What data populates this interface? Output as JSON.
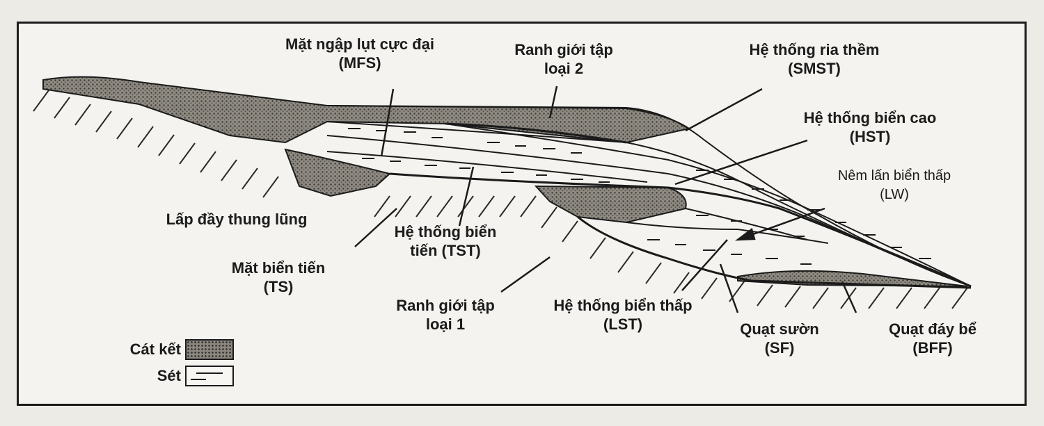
{
  "labels": {
    "mfs": [
      "Mặt ngập lụt cực đại",
      "(MFS)"
    ],
    "sb2": [
      "Ranh giới tập",
      "loại 2"
    ],
    "smst": [
      "Hệ thống ria thềm",
      "(SMST)"
    ],
    "hst": [
      "Hệ thống biển cao",
      "(HST)"
    ],
    "lw": [
      "Nêm lấn biển thấp",
      "(LW)"
    ],
    "valley_fill": "Lấp đầy thung lũng",
    "tst": [
      "Hệ thống biển",
      "tiến (TST)"
    ],
    "ts": [
      "Mặt biển tiến",
      "(TS)"
    ],
    "sb1": [
      "Ranh giới tập",
      "loại 1"
    ],
    "lst": [
      "Hệ thống biển thấp",
      "(LST)"
    ],
    "sf": [
      "Quạt sườn",
      "(SF)"
    ],
    "bff": [
      "Quạt đáy bể",
      "(BFF)"
    ]
  },
  "legend": {
    "sandstone": "Cát kết",
    "shale": "Sét"
  },
  "colors": {
    "ink": "#1b1b1b",
    "sandstone_fill": "#8b877f",
    "shale_fill": "#f4f3ef"
  },
  "icons": {
    "sandstone_swatch": "stippled-gray-box",
    "shale_swatch": "dashed-line-box"
  }
}
